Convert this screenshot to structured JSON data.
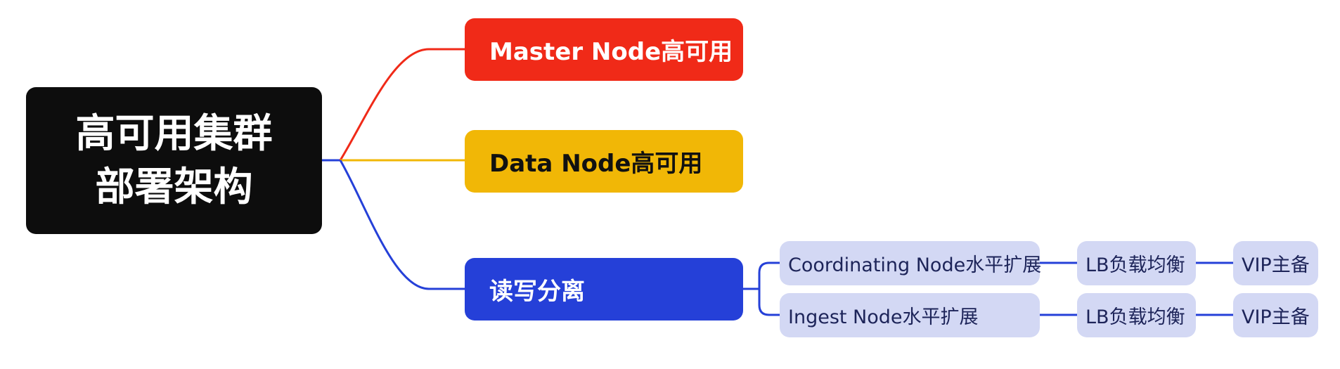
{
  "root": {
    "line1": "高可用集群",
    "line2": "部署架构"
  },
  "branches": {
    "master": "Master Node高可用",
    "data": "Data Node高可用",
    "read_write": "读写分离"
  },
  "read_write_children": [
    {
      "label": "Coordinating Node水平扩展",
      "lb": "LB负载均衡",
      "vip": "VIP主备"
    },
    {
      "label": "Ingest Node水平扩展",
      "lb": "LB负载均衡",
      "vip": "VIP主备"
    }
  ],
  "colors": {
    "root": "#0d0d0d",
    "master": "#f02a18",
    "data": "#f1b706",
    "read_write": "#2540d8",
    "leaf_bg": "#d3d8f4",
    "leaf_text": "#1d2459"
  }
}
